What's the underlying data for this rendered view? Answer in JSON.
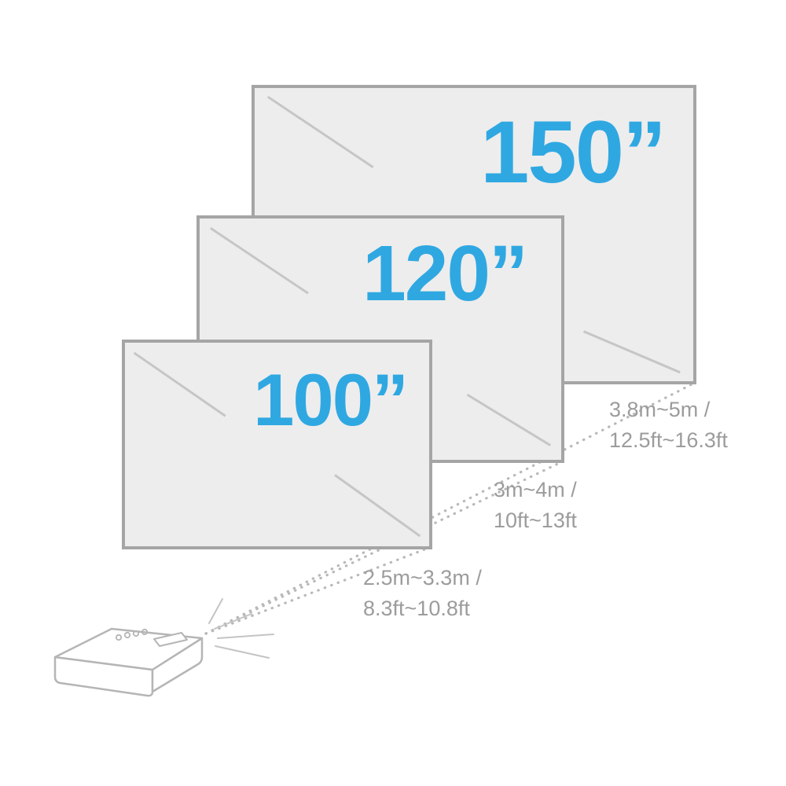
{
  "diagram": {
    "type": "projector-throw-distance",
    "screens": [
      {
        "id": "150",
        "label": "150”",
        "distance_line1": "3.8m~5m /",
        "distance_line2": "12.5ft~16.3ft"
      },
      {
        "id": "120",
        "label": "120”",
        "distance_line1": "3m~4m /",
        "distance_line2": "10ft~13ft"
      },
      {
        "id": "100",
        "label": "100”",
        "distance_line1": "2.5m~3.3m /",
        "distance_line2": "8.3ft~10.8ft"
      }
    ],
    "colors": {
      "accent_blue": "#2fa8e2",
      "screen_fill": "#ededed",
      "screen_border": "#a5a5a5",
      "text_gray": "#9c9c9c",
      "line_gray": "#c4c4c4",
      "dotted_line_gray": "#b9b9b9"
    }
  }
}
